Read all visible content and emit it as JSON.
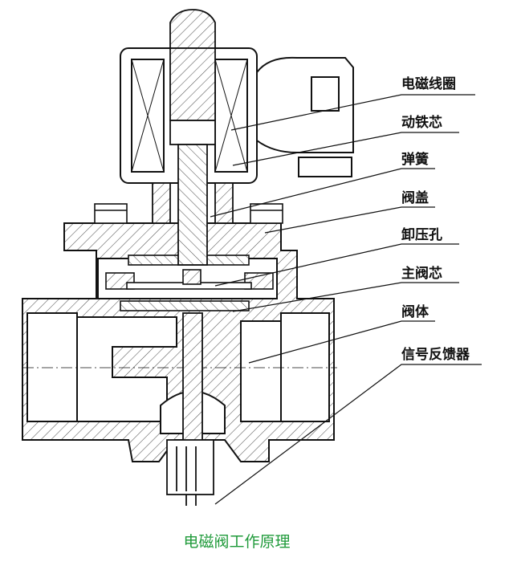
{
  "labels": [
    {
      "id": "coil",
      "text": "电磁线圈"
    },
    {
      "id": "plunger",
      "text": "动铁芯"
    },
    {
      "id": "spring",
      "text": "弹簧"
    },
    {
      "id": "bonnet",
      "text": "阀盖"
    },
    {
      "id": "relief-hole",
      "text": "卸压孔"
    },
    {
      "id": "main-core",
      "text": "主阀芯"
    },
    {
      "id": "body",
      "text": "阀体"
    },
    {
      "id": "feedback",
      "text": "信号反馈器"
    }
  ],
  "caption": "电磁阀工作原理",
  "colors": {
    "caption": "#1f9a3a",
    "line": "#111111",
    "hatch": "#555555"
  }
}
